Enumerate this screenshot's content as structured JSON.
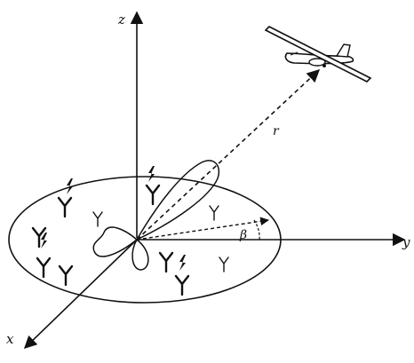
{
  "labels": {
    "z_axis": "z",
    "y_axis": "y",
    "x_axis": "x",
    "range": "r",
    "angle": "β"
  },
  "colors": {
    "ink": "#111111",
    "background": "#ffffff"
  },
  "icons": {
    "aircraft": "airplane-icon",
    "ground_antenna": "antenna-icon",
    "jammer": "lightning-icon"
  }
}
